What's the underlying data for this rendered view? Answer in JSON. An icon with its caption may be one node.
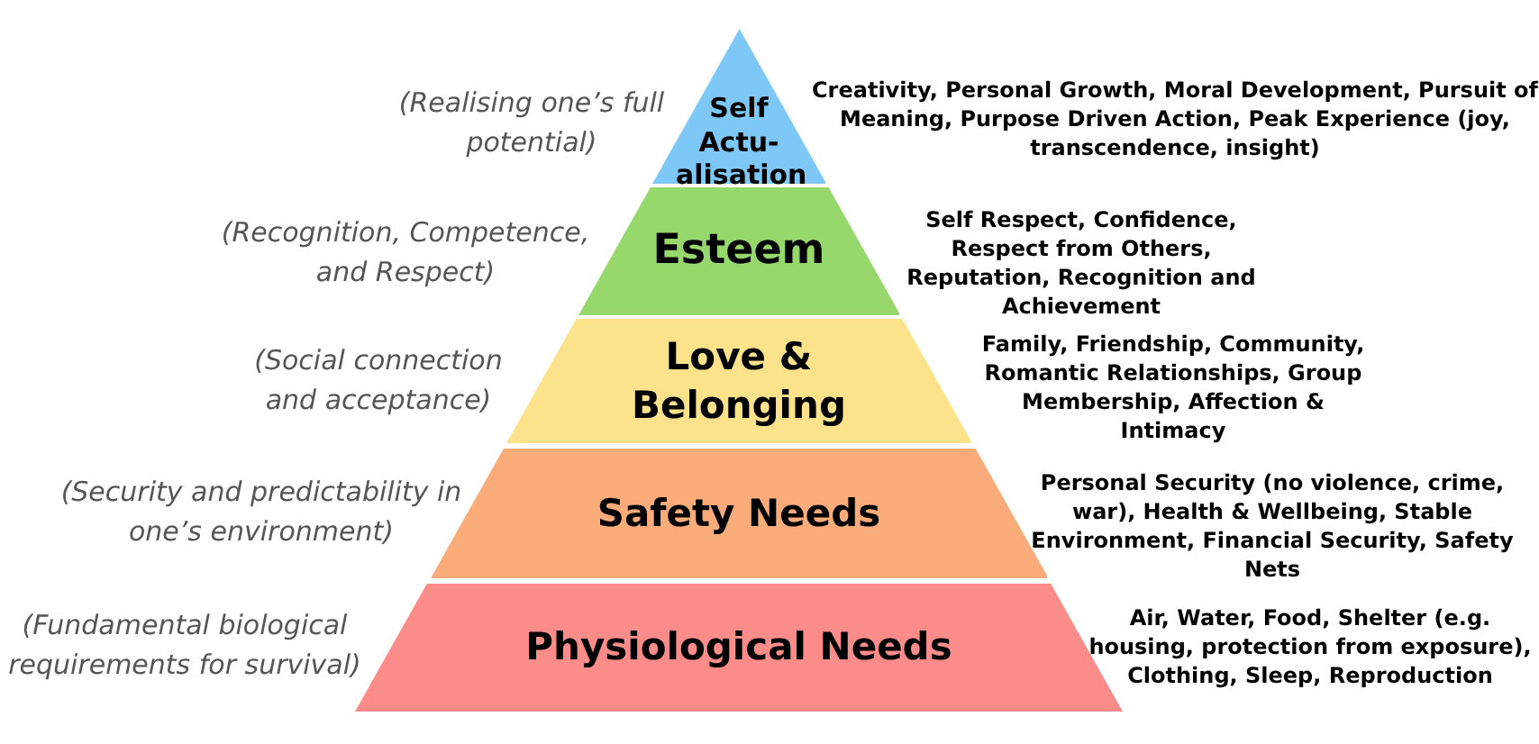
{
  "diagram": {
    "nodes": [
      {
        "text": [
          "Self Actu-alisation"
        ],
        "beside": [
          "(Realising one’s full potential)",
          "Creativity, Personal Growth, Moral Development, Pursuit of Meaning, Purpose Driven Action, Peak Experience (joy, transcendence, insight)"
        ]
      },
      {
        "text": [
          "Esteem"
        ],
        "beside": [
          "(Recognition, Competence, and Respect)",
          "Self Respect, Confidence, Respect from Others, Reputation, Recognition and Achievement"
        ]
      },
      {
        "text": [
          "Love & Belonging"
        ],
        "beside": [
          "(Social connection and acceptance)",
          "Family, Friendship, Community, Romantic Relationships, Group Membership, Affection & Intimacy"
        ]
      },
      {
        "text": [
          "Safety Needs"
        ],
        "beside": [
          "(Security and predictability in one’s environment)",
          "Personal Security (no violence, crime, war), Health & Wellbeing, Stable Environment, Financial Security, Safety Nets"
        ]
      },
      {
        "text": [
          "Physiological Needs"
        ],
        "beside": [
          "(Fundamental biological requirements for survival)",
          "Air, Water, Food, Shelter (e.g. housing, protection from exposure), Clothing, Sleep, Reproduction"
        ]
      }
    ]
  }
}
